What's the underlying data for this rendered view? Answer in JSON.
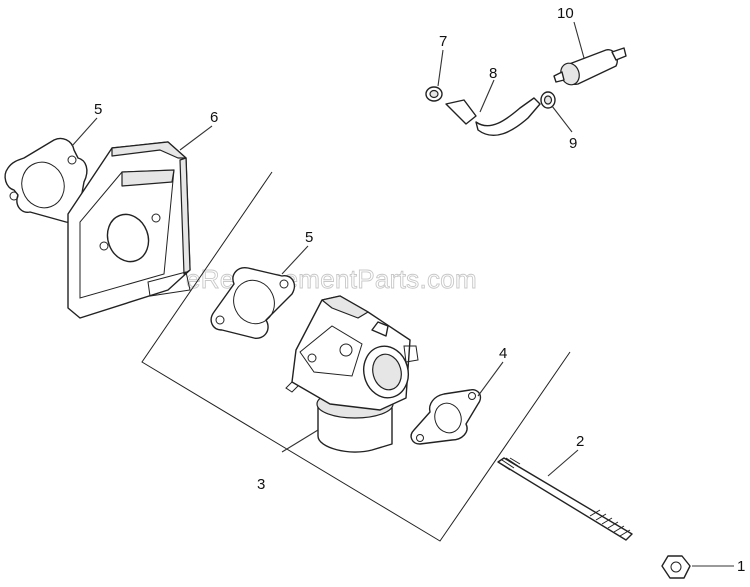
{
  "watermark": "eReplacementParts.com",
  "callouts": {
    "c1": "1",
    "c2": "2",
    "c3": "3",
    "c4": "4",
    "c5a": "5",
    "c5b": "5",
    "c6": "6",
    "c7": "7",
    "c8": "8",
    "c9": "9",
    "c10": "10"
  },
  "colors": {
    "line": "#222222",
    "watermark": "#c8c8c8",
    "background": "#ffffff"
  }
}
